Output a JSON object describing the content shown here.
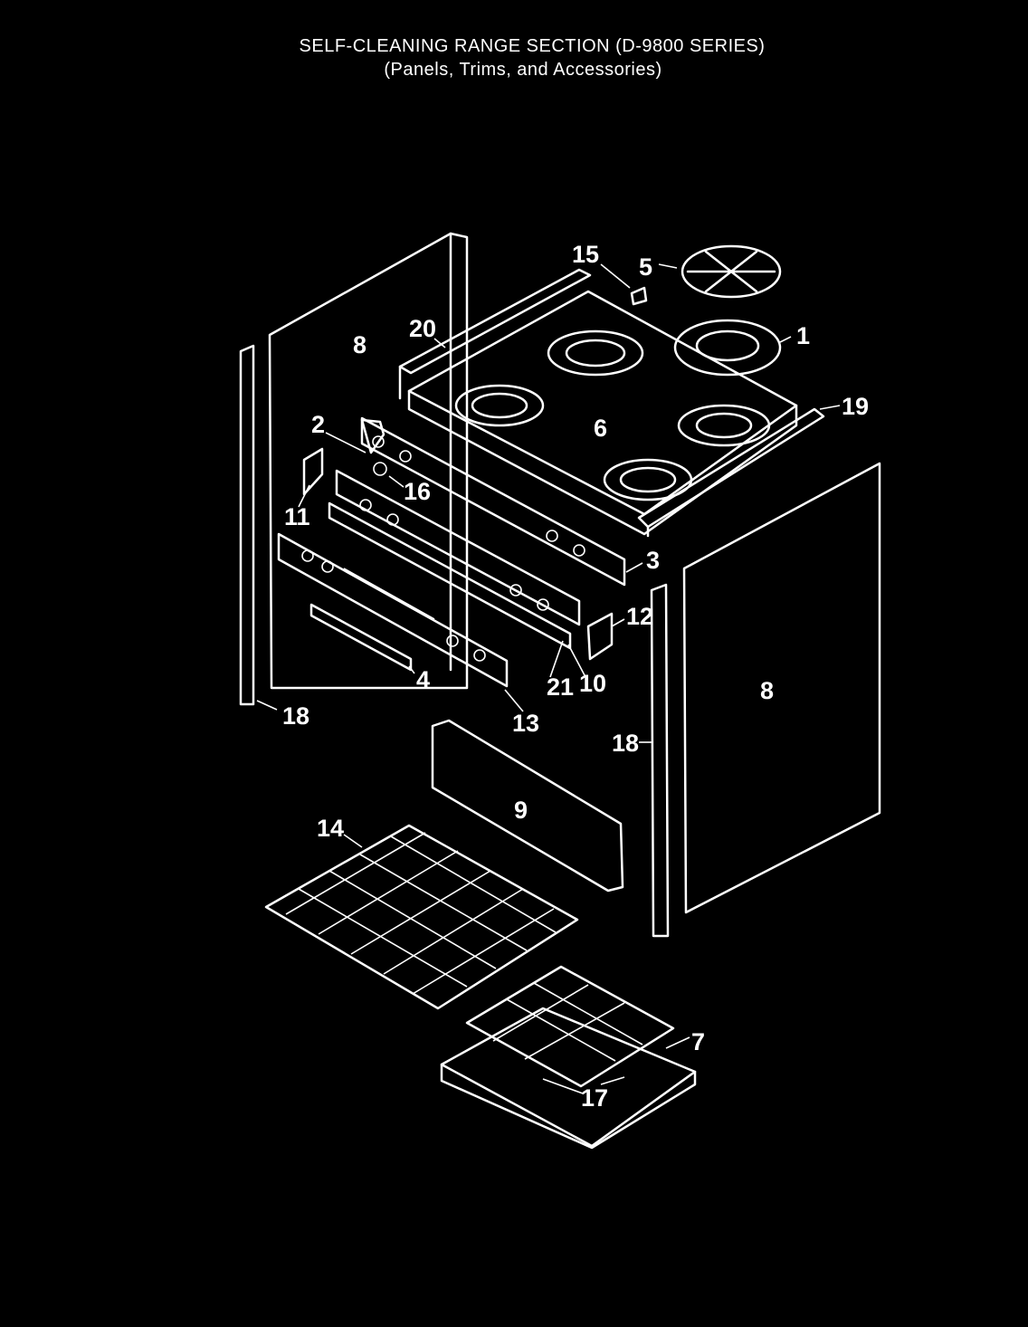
{
  "title": "SELF-CLEANING RANGE SECTION (D-9800 SERIES)",
  "subtitle": "(Panels, Trims, and Accessories)",
  "callouts": [
    "1",
    "2",
    "3",
    "4",
    "5",
    "6",
    "7",
    "8",
    "8",
    "9",
    "10",
    "11",
    "12",
    "13",
    "14",
    "15",
    "16",
    "17",
    "18",
    "18",
    "19",
    "20",
    "21"
  ]
}
